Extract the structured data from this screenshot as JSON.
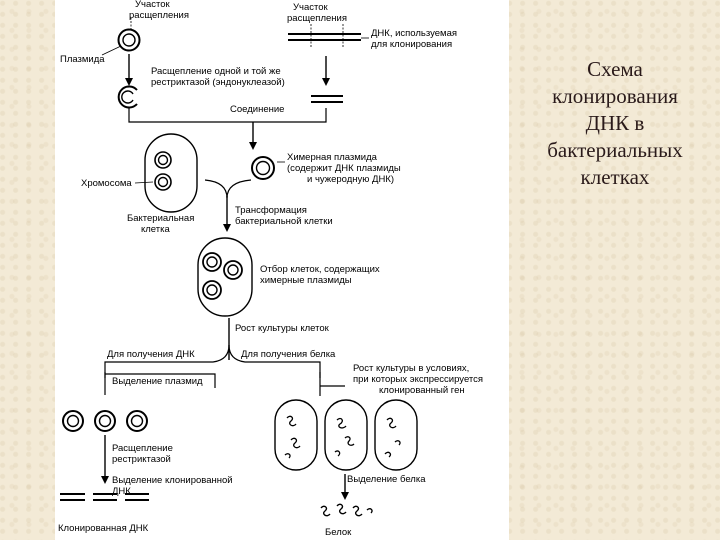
{
  "title_lines": [
    "Схема",
    "клонирования",
    "ДНК в",
    "бактериальных",
    "клетках"
  ],
  "labels": {
    "site_left_1": "Участок",
    "site_left_2": "расщепления",
    "site_right_1": "Участок",
    "site_right_2": "расщепления",
    "dna_clone_1": "ДНК, используемая",
    "dna_clone_2": "для клонирования",
    "plasmid": "Плазмида",
    "cleave_1": "Расщепление одной и той же",
    "cleave_2": "рестриктазой (эндонуклеазой)",
    "joining": "Соединение",
    "chromosome": "Хромосома",
    "chimeric_1": "Химерная плазмида",
    "chimeric_2": "(содержит ДНК плазмиды",
    "chimeric_3": "и чужеродную ДНК)",
    "bact_cell_1": "Бактериальная",
    "bact_cell_2": "клетка",
    "transform_1": "Трансформация",
    "transform_2": "бактериальной клетки",
    "select_1": "Отбор клеток, содержащих",
    "select_2": "химерные плазмиды",
    "growth": "Рост культуры клеток",
    "for_dna": "Для получения ДНК",
    "for_protein": "Для получения белка",
    "isolate_plasmids": "Выделение плазмид",
    "grow_cond_1": "Рост культуры в условиях,",
    "grow_cond_2": "при которых экспрессируется",
    "grow_cond_3": "клонированный ген",
    "restr_1": "Расщепление",
    "restr_2": "рестриктазой",
    "isolate_dna_1": "Выделение клонированной",
    "isolate_dna_2": "ДНК",
    "isolate_protein": "Выделение белка",
    "cloned_dna": "Клонированная ДНК",
    "protein": "Белок"
  },
  "colors": {
    "panel": "#ffffff",
    "background": "#f3ead6",
    "title": "#2a1a1a",
    "ink": "#000000"
  }
}
